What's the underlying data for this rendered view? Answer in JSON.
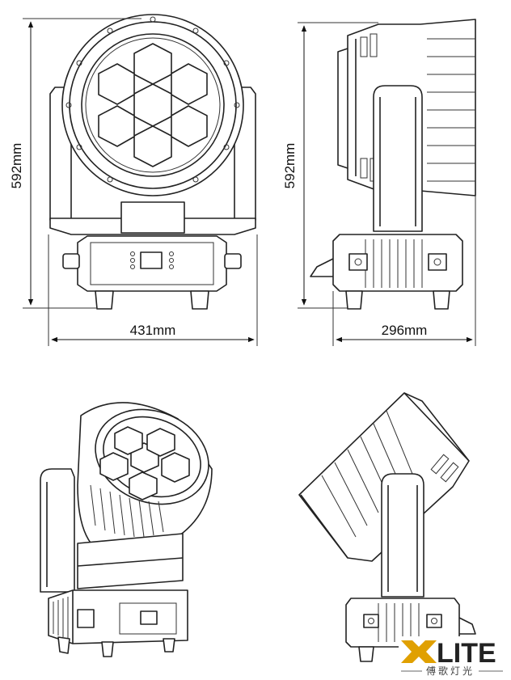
{
  "dimensions": {
    "front_height": "592mm",
    "front_width": "431mm",
    "side_height": "592mm",
    "side_depth": "296mm"
  },
  "logo": {
    "wordmark": "LITE",
    "subtitle": "傅歌灯光"
  },
  "colors": {
    "line": "#222222",
    "logo_accent": "#e0a000",
    "logo_text": "#222222"
  }
}
